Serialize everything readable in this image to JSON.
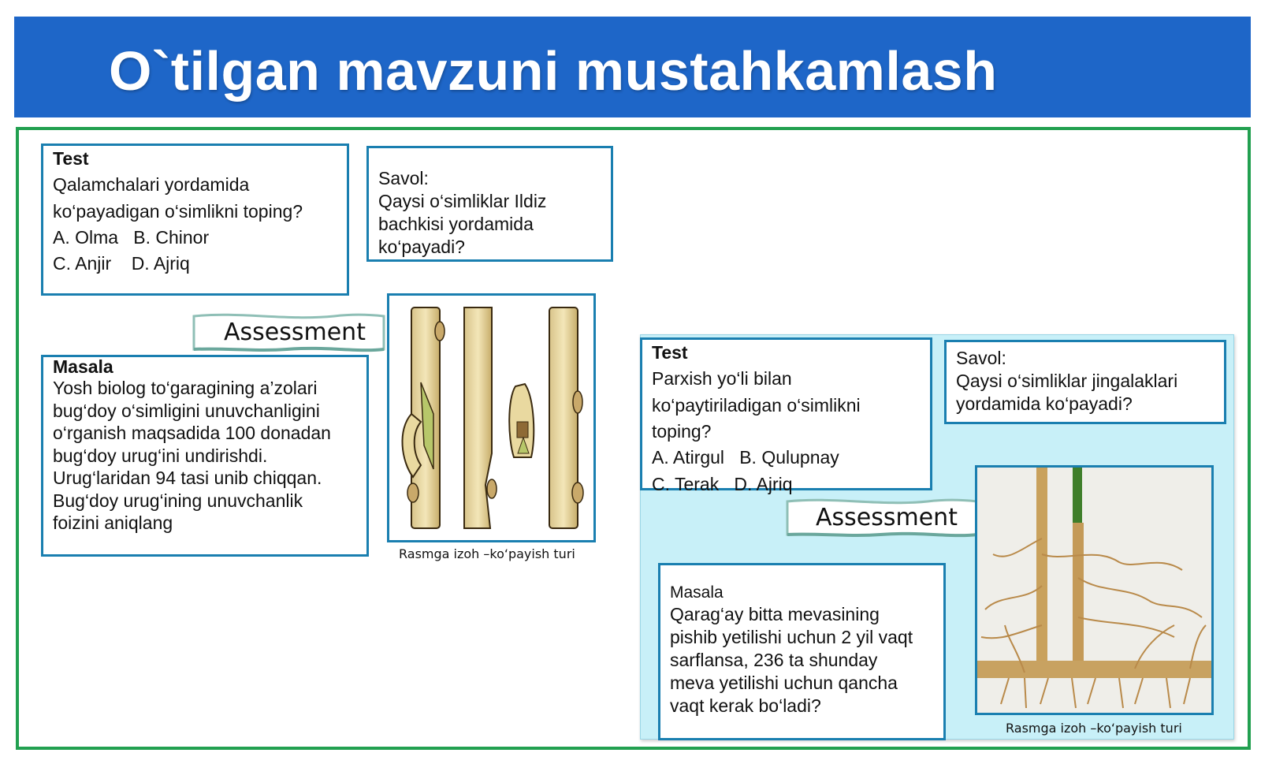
{
  "slide": {
    "title": "O`tilgan mavzuni mustahkamlash"
  },
  "left": {
    "test": {
      "heading": "Test",
      "question_line1": "Qalamchalari yordamida",
      "question_line2": "ko‘payadigan o‘simlikni toping?",
      "options_line1": "A. Olma   B. Chinor",
      "options_line2": "C. Anjir    D. Ajriq"
    },
    "savol": {
      "heading": "Savol:",
      "line1": "Qaysi o‘simliklar Ildiz",
      "line2": "bachkisi yordamida",
      "line3": "ko‘payadi?"
    },
    "assessment_label": "Assessment",
    "masala": {
      "heading": "Masala",
      "lines": [
        "Yosh biolog to‘garagining  a’zolari",
        "bug‘doy o‘simligini unuvchanligini",
        "o‘rganish maqsadida 100 donadan",
        "bug‘doy urug‘ini undirishdi.",
        "Urug‘laridan 94 tasi unib chiqqan.",
        "Bug‘doy urug‘ining unuvchanlik",
        "foizini  aniqlang"
      ]
    },
    "image_caption": "Rasmga izoh –ko‘payish turi"
  },
  "right": {
    "test": {
      "heading": "Test",
      "lines": [
        "Parxish yo‘li bilan",
        "ko‘paytiriladigan o‘simlikni",
        "toping?",
        "A. Atirgul   B. Qulupnay",
        "C. Terak   D. Ajriq"
      ]
    },
    "savol": {
      "heading": "Savol:",
      "line1": "Qaysi o‘simliklar jingalaklari",
      "line2": "yordamida ko‘payadi?"
    },
    "assessment_label": "Assessment",
    "masala": {
      "heading": "Masala",
      "lines": [
        "Qarag‘ay  bitta mevasining",
        "pishib yetilishi uchun 2 yil vaqt",
        "sarflansa, 236 ta shunday",
        "meva yetilishi uchun qancha",
        "vaqt kerak bo‘ladi?"
      ]
    },
    "image_caption": "Rasmga izoh –ko‘payish turi"
  },
  "colors": {
    "header_blue": "#1e66c8",
    "frame_green": "#22a050",
    "box_border_teal": "#1a7fb0",
    "panel_light_cyan": "#c8f0f8"
  }
}
